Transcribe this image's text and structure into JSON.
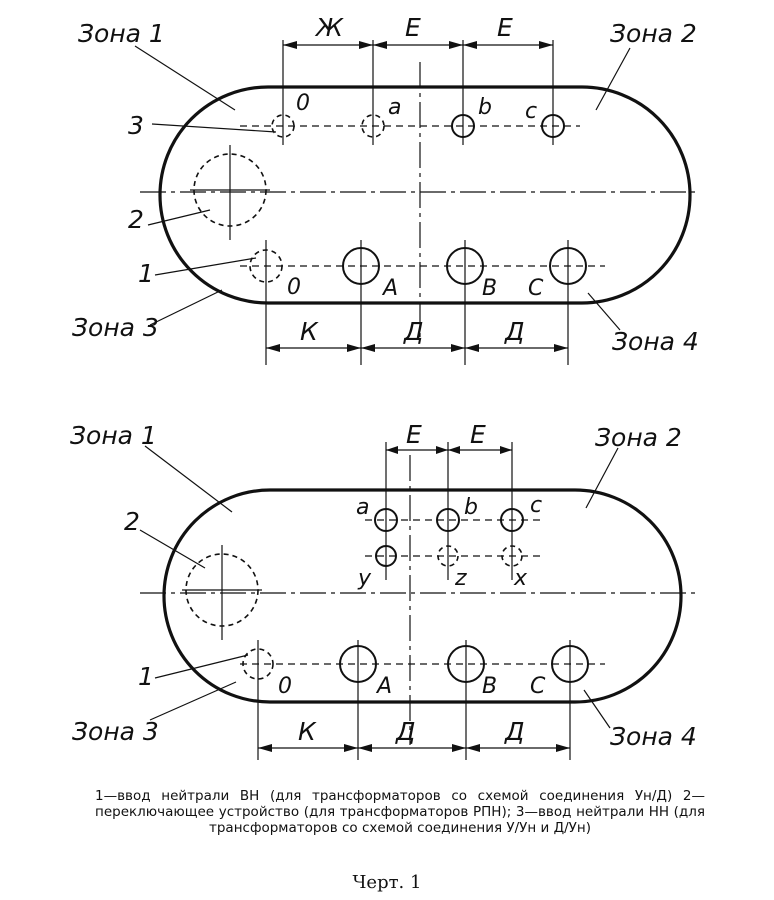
{
  "figure_label": "Черт. 1",
  "caption": "1—ввод нейтрали ВН (для трансформаторов со схемой соединения Ун/Д) 2—переключающее устройство (для трансформаторов РПН); 3—ввод нейтрали НН (для трансформаторов со схемой соединения У/Ун и Д/Ун)",
  "top_view": {
    "zones": [
      "Зона 1",
      "Зона 2",
      "Зона 3",
      "Зона 4"
    ],
    "callouts": [
      "1",
      "2",
      "3"
    ],
    "lv_terminals": [
      "0",
      "a",
      "b",
      "c"
    ],
    "hv_terminals": [
      "0",
      "A",
      "B",
      "C"
    ],
    "dims_top": [
      "Ж",
      "Е",
      "Е"
    ],
    "dims_bottom": [
      "К",
      "Д",
      "Д"
    ]
  },
  "bottom_view": {
    "zones": [
      "Зона 1",
      "Зона 2",
      "Зона 3",
      "Зона 4"
    ],
    "callouts": [
      "1",
      "2"
    ],
    "lv_terminals_top": [
      "a",
      "b",
      "c"
    ],
    "lv_terminals_bottom": [
      "y",
      "z",
      "x"
    ],
    "hv_terminals": [
      "0",
      "A",
      "B",
      "C"
    ],
    "dims_top": [
      "Е",
      "Е"
    ],
    "dims_bottom": [
      "К",
      "Д",
      "Д"
    ]
  }
}
